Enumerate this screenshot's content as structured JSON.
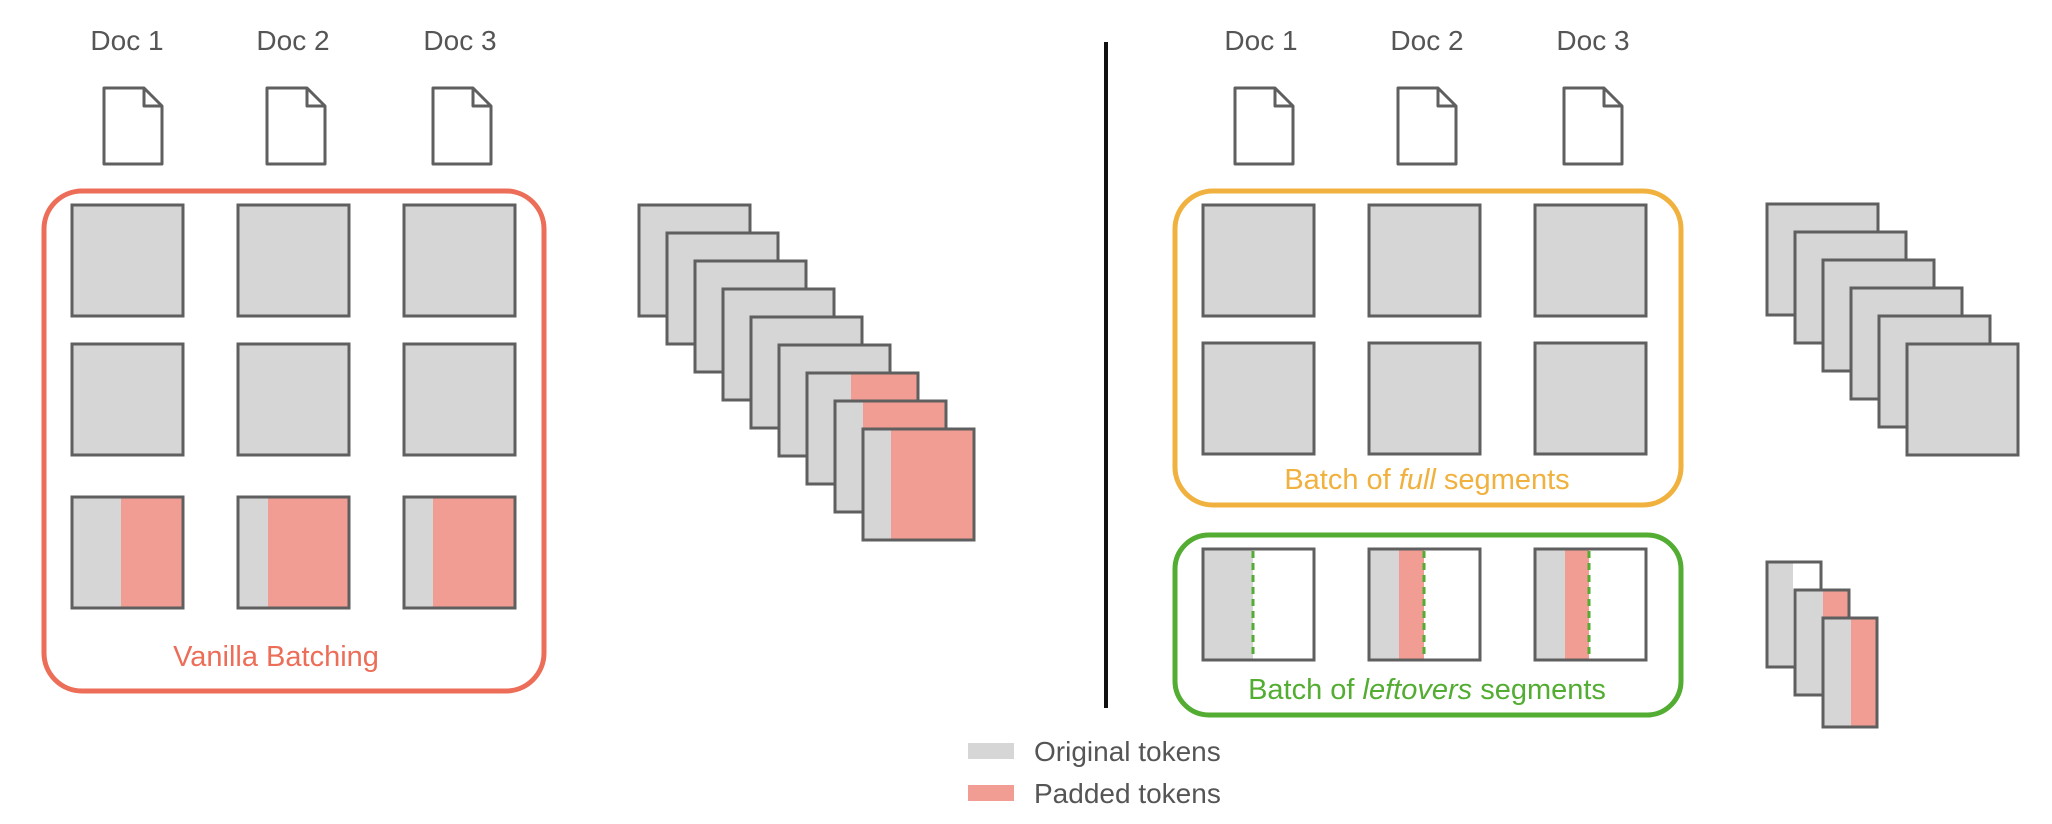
{
  "left": {
    "doc_labels": [
      "Doc 1",
      "Doc 2",
      "Doc 3"
    ],
    "group_label": "Vanilla Batching"
  },
  "right": {
    "doc_labels": [
      "Doc 1",
      "Doc 2",
      "Doc 3"
    ],
    "full_label": {
      "prefix": "Batch of ",
      "emph": "full",
      "suffix": " segments"
    },
    "leftover_label": {
      "prefix": "Batch of ",
      "emph": "leftovers",
      "suffix": " segments"
    }
  },
  "legend": {
    "original": "Original tokens",
    "padded": "Padded tokens"
  },
  "colors": {
    "original": "#d6d6d6",
    "padded": "#f19d93",
    "vanilla": "#ec6e58",
    "full": "#f0b13e",
    "leftovers": "#53ad32",
    "stroke": "#5f5f5f",
    "text": "#555555"
  },
  "segments": {
    "vanilla_last_row_original_fraction": [
      0.44,
      0.27,
      0.26
    ],
    "leftover_original_fraction": [
      0.45,
      0.27,
      0.27
    ],
    "leftover_padded_fraction": [
      0,
      0.23,
      0.22
    ]
  }
}
